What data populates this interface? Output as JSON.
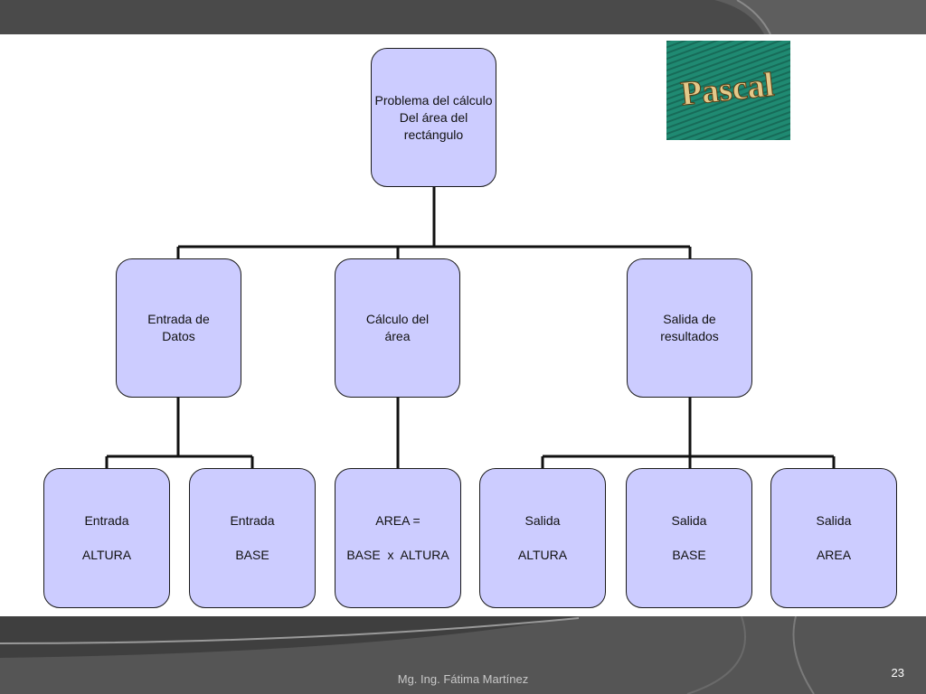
{
  "diagram": {
    "root": {
      "lines": "Problema del cálculo\nDel área del\nrectángulo"
    },
    "level1": [
      {
        "lines": "Entrada de\nDatos"
      },
      {
        "lines": "Cálculo del\nárea"
      },
      {
        "lines": "Salida de\nresultados"
      }
    ],
    "level2": [
      {
        "top": "Entrada",
        "bottom": "ALTURA"
      },
      {
        "top": "Entrada",
        "bottom": "BASE"
      },
      {
        "top": "AREA =",
        "bottom": "BASE  x  ALTURA"
      },
      {
        "top": "Salida",
        "bottom": "ALTURA"
      },
      {
        "top": "Salida",
        "bottom": "BASE"
      },
      {
        "top": "Salida",
        "bottom": "AREA"
      }
    ]
  },
  "logo": {
    "text": "Pascal"
  },
  "footer": {
    "author": "Mg. Ing. Fátima Martínez",
    "page_number": "23"
  },
  "colors": {
    "node_fill": "#ccccff",
    "band": "#4a4a4a",
    "logo_bg": "#1f8a72"
  }
}
